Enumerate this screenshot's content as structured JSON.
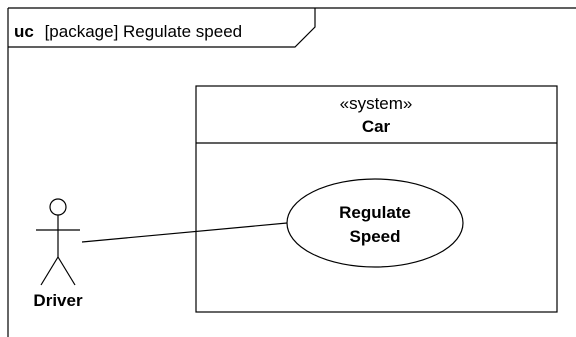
{
  "frame": {
    "keyword": "uc",
    "label": "[package] Regulate speed"
  },
  "system": {
    "stereotype": "«system»",
    "name": "Car"
  },
  "use_case": {
    "line1": "Regulate",
    "line2": "Speed"
  },
  "actor": {
    "name": "Driver"
  },
  "colors": {
    "stroke": "#000000",
    "background": "#ffffff"
  }
}
